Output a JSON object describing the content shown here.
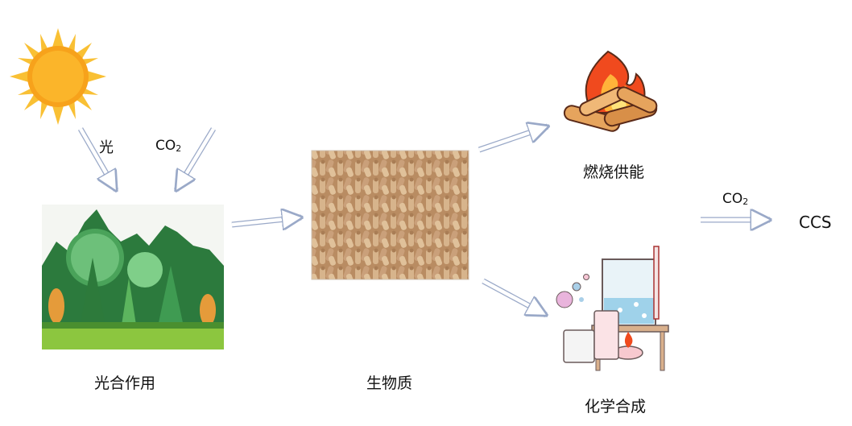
{
  "labels": {
    "light": "光",
    "co2_in": "CO",
    "co2_in_sub": "2",
    "photosynthesis": "光合作用",
    "biomass": "生物质",
    "combustion": "燃烧供能",
    "chemical_synthesis": "化学合成",
    "co2_out": "CO",
    "co2_out_sub": "2",
    "ccs": "CCS"
  },
  "colors": {
    "arrow_fill": "#ffffff",
    "arrow_stroke": "#9aa9c8",
    "sun_core": "#f7a21b",
    "sun_rays": "#f9c034",
    "forest_dark": "#2c7a3d",
    "forest_light": "#5fb96a",
    "grass": "#8cc63f",
    "pellet": "#c9a27a",
    "flame": "#f04a1e"
  },
  "icons": [
    "sun-icon",
    "forest-image",
    "wood-pellets-image",
    "campfire-icon",
    "lab-glassware-icon"
  ]
}
